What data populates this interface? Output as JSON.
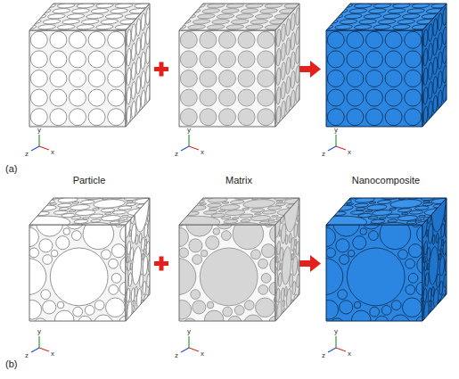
{
  "diagram": {
    "labels": [
      "y",
      "z",
      "x",
      "y",
      "z",
      "x",
      "y",
      "z",
      "x",
      "(a)",
      "Particle",
      "Matrix",
      "Nanocomposite",
      "y",
      "z",
      "x",
      "y",
      "z",
      "x",
      "y",
      "z",
      "x",
      "(b)"
    ]
  }
}
